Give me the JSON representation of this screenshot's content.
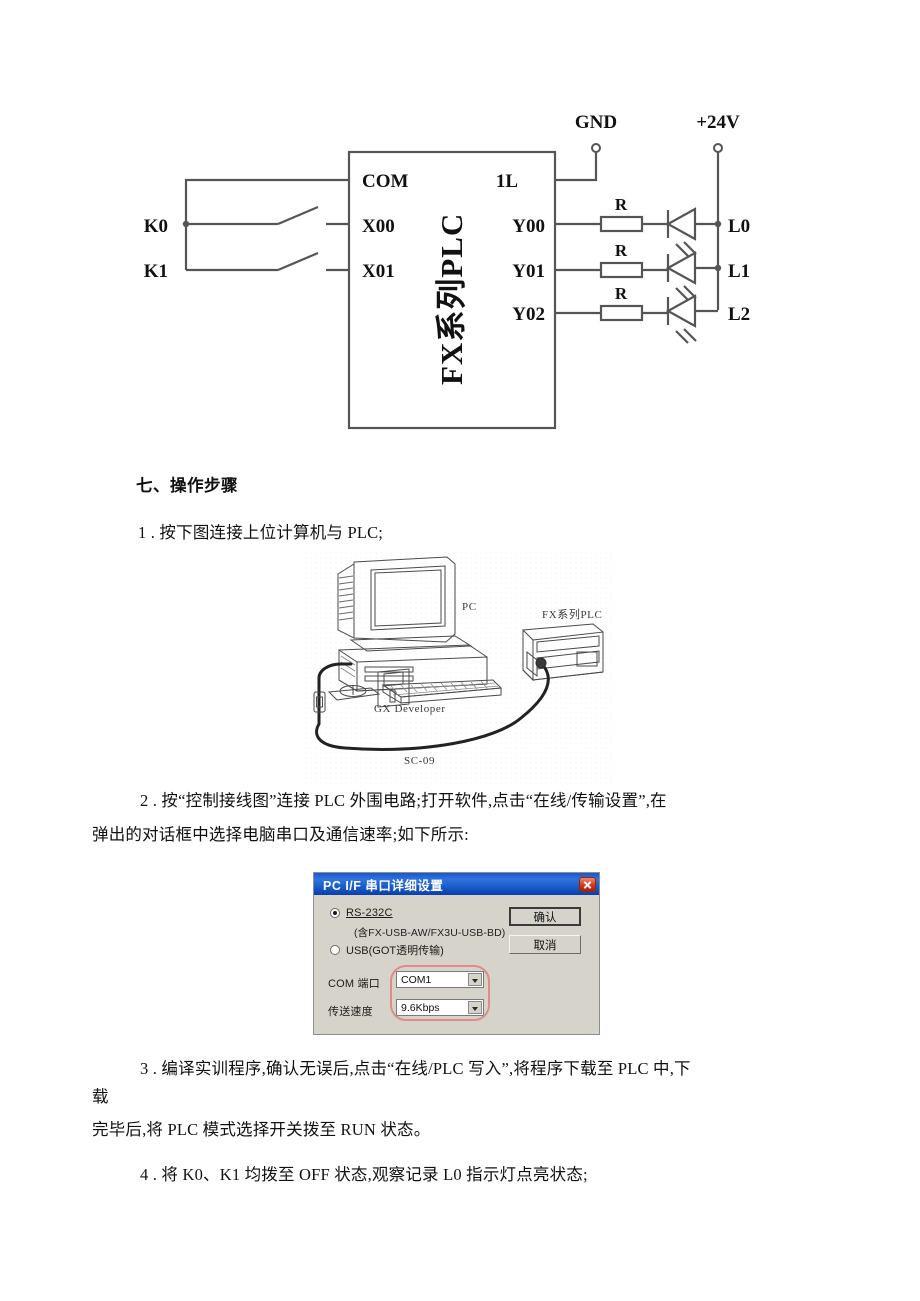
{
  "document": {
    "diagram": {
      "title_vertical": "FX系列PLC",
      "terminals": {
        "com": "COM",
        "x00": "X00",
        "x01": "X01",
        "one_l": "1L",
        "y00": "Y00",
        "y01": "Y01",
        "y02": "Y02"
      },
      "left_switches": [
        "K0",
        "K1"
      ],
      "right_lamps": [
        "L0",
        "L1",
        "L2"
      ],
      "resistors": [
        "R",
        "R",
        "R"
      ],
      "power_gnd": "GND",
      "power_24v": "+24V"
    },
    "section_heading": "七、操作步骤",
    "steps": [
      "1 . 按下图连接上位计算机与 PLC;",
      "2 . 按“控制接线图”连接 PLC 外围电路;打开软件,点击“在线/传输设置”,在",
      "弹出的对话框中选择电脑串口及通信速率;如下所示:",
      "3 . 编译实训程序,确认无误后,点击“在线/PLC 写入”,将程序下载至 PLC 中,下",
      "载",
      "完毕后,将 PLC 模式选择开关拨至 RUN 状态。",
      "4 . 将 K0、K1 均拨至 OFF 状态,观察记录 L0 指示灯点亮状态;"
    ],
    "pc_figure": {
      "pc_label": "PC",
      "software_label": "GX Developer",
      "cable_label": "SC-09",
      "plc_label": "FX系列PLC"
    },
    "dialog": {
      "title": "PC I/F 串口详细设置",
      "radio_rs232c": "RS-232C",
      "rs232c_note": "(含FX-USB-AW/FX3U-USB-BD)",
      "radio_usb": "USB(GOT透明传输)",
      "button_ok": "确认",
      "button_cancel": "取消",
      "label_com_port": "COM 端口",
      "value_com_port": "COM1",
      "label_baud": "传送速度",
      "value_baud": "9.6Kbps"
    }
  },
  "colors": {
    "title_bar_blue": "#1a5ccd",
    "close_red": "#d8361c",
    "dialog_face": "#d6d3ca",
    "highlight_pink": "#e08a8a",
    "line": "#555555",
    "text": "#111111"
  }
}
